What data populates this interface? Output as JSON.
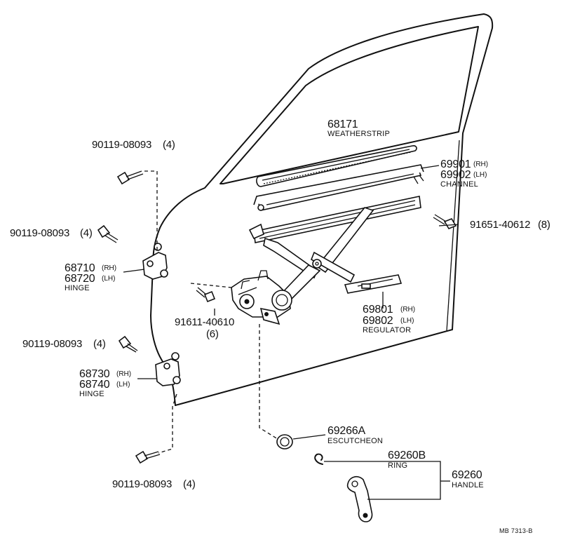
{
  "parts": {
    "weatherstrip": {
      "number": "68171",
      "name": "WEATHERSTRIP"
    },
    "channel": {
      "rh": "69901",
      "rh_tag": "(RH)",
      "lh": "69902",
      "lh_tag": "(LH)",
      "name": "CHANNEL"
    },
    "bolt_channel": {
      "number": "91651-40612",
      "qty": "(8)"
    },
    "regulator": {
      "rh": "69801",
      "rh_tag": "(RH)",
      "lh": "69802",
      "lh_tag": "(LH)",
      "name": "REGULATOR"
    },
    "bolt_regulator": {
      "number": "91611-40610",
      "qty": "(6)"
    },
    "escutcheon": {
      "number": "69266A",
      "name": "ESCUTCHEON"
    },
    "ring": {
      "number": "69260B",
      "name": "RING"
    },
    "handle": {
      "number": "69260",
      "name": "HANDLE"
    },
    "hinge_upper": {
      "rh": "68710",
      "rh_tag": "(RH)",
      "lh": "68720",
      "lh_tag": "(LH)",
      "name": "HINGE"
    },
    "hinge_lower": {
      "rh": "68730",
      "rh_tag": "(RH)",
      "lh": "68740",
      "lh_tag": "(LH)",
      "name": "HINGE"
    },
    "bolt_hinge_1": {
      "number": "90119-08093",
      "qty": "(4)"
    },
    "bolt_hinge_2": {
      "number": "90119-08093",
      "qty": "(4)"
    },
    "bolt_hinge_3": {
      "number": "90119-08093",
      "qty": "(4)"
    },
    "bolt_hinge_4": {
      "number": "90119-08093",
      "qty": "(4)"
    }
  },
  "figure_code": "MB 7313-B"
}
